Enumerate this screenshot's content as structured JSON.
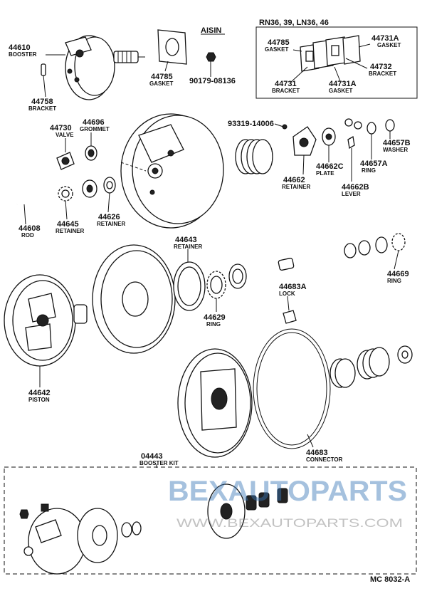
{
  "diagram_code": "MC 8032-A",
  "variant_box": {
    "header": "RN36, 39, LN36, 46"
  },
  "aisin_label": "AISIN",
  "watermark": {
    "logo": "BEXAUTOPARTS",
    "url": "WWW.BEXAUTOPARTS.COM"
  },
  "parts": [
    {
      "id": "44610",
      "num": "44610",
      "name": "BOOSTER"
    },
    {
      "id": "44758",
      "num": "44758",
      "name": "BRACKET"
    },
    {
      "id": "44785-main",
      "num": "44785",
      "name": "GASKET"
    },
    {
      "id": "90179",
      "num": "90179-08136",
      "name": ""
    },
    {
      "id": "44785-box",
      "num": "44785",
      "name": "GASKET"
    },
    {
      "id": "44731A-top",
      "num": "44731A",
      "name": "GASKET"
    },
    {
      "id": "44732",
      "num": "44732",
      "name": "BRACKET"
    },
    {
      "id": "44731",
      "num": "44731",
      "name": "BRACKET"
    },
    {
      "id": "44731A-bot",
      "num": "44731A",
      "name": "GASKET"
    },
    {
      "id": "44730",
      "num": "44730",
      "name": "VALVE"
    },
    {
      "id": "44696",
      "num": "44696",
      "name": "GROMMET"
    },
    {
      "id": "93319",
      "num": "93319-14006",
      "name": ""
    },
    {
      "id": "44657B",
      "num": "44657B",
      "name": "WASHER"
    },
    {
      "id": "44662C",
      "num": "44662C",
      "name": "PLATE"
    },
    {
      "id": "44657A",
      "num": "44657A",
      "name": "RING"
    },
    {
      "id": "44662",
      "num": "44662",
      "name": "RETAINER"
    },
    {
      "id": "44662B",
      "num": "44662B",
      "name": "LEVER"
    },
    {
      "id": "44608",
      "num": "44608",
      "name": "ROD"
    },
    {
      "id": "44645",
      "num": "44645",
      "name": "RETAINER"
    },
    {
      "id": "44626",
      "num": "44626",
      "name": "RETAINER"
    },
    {
      "id": "44643",
      "num": "44643",
      "name": "RETAINER"
    },
    {
      "id": "44669",
      "num": "44669",
      "name": "RING"
    },
    {
      "id": "44683A",
      "num": "44683A",
      "name": "LOCK"
    },
    {
      "id": "44629",
      "num": "44629",
      "name": "RING"
    },
    {
      "id": "44642",
      "num": "44642",
      "name": "PISTON"
    },
    {
      "id": "44683",
      "num": "44683",
      "name": "CONNECTOR"
    },
    {
      "id": "04443",
      "num": "04443",
      "name": "BOOSTER KIT"
    }
  ]
}
